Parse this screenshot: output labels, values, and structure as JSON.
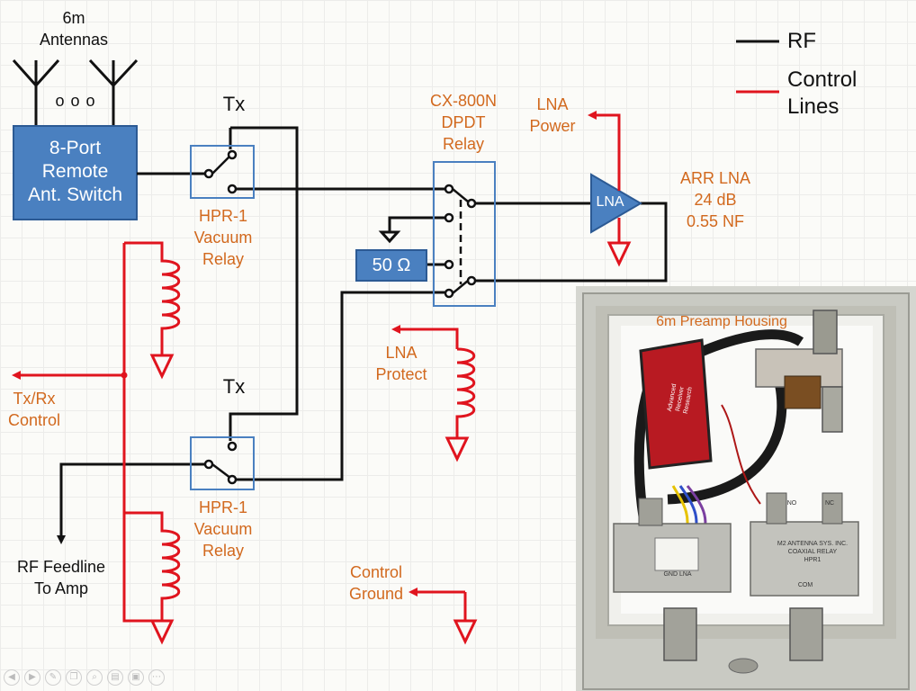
{
  "diagram": {
    "antennas_label": "6m\nAntennas",
    "antenna_dots": "o o o",
    "switch_label": "8-Port\nRemote\nAnt. Switch",
    "tx_label_top": "Tx",
    "tx_label_bottom": "Tx",
    "relay_top_label": "HPR-1\nVacuum\nRelay",
    "relay_bottom_label": "HPR-1\nVacuum\nRelay",
    "dpdt_label": "CX-800N\nDPDT\nRelay",
    "load_label": "50 Ω",
    "lna_label": "LNA",
    "lna_power_label": "LNA\nPower",
    "lna_specs_label": "ARR LNA\n24 dB\n0.55 NF",
    "lna_protect_label": "LNA\nProtect",
    "txrx_control_label": "Tx/Rx\nControl",
    "rf_feedline_label": "RF Feedline\nTo Amp",
    "control_ground_label": "Control\nGround",
    "housing_label": "6m Preamp Housing"
  },
  "legend": {
    "rf_label": "RF",
    "control_label": "Control\nLines",
    "rf_color": "#111111",
    "control_color": "#e0141e"
  },
  "photo_labels": {
    "relay_plate": "M2 ANTENNA SYS. INC.\nCOAXIAL RELAY\nHPR1",
    "module_red": "Advanced\nReceiver\nResearch",
    "no_left": "NO",
    "nc_right": "NC",
    "com_label": "COM",
    "terminal_labels": "GND  LNA"
  },
  "colors": {
    "blue_box": "#4a80c0",
    "orange_text": "#d2691e",
    "red_line": "#e0141e"
  },
  "toolbar": {
    "icons": [
      "prev-icon",
      "next-icon",
      "pen-icon",
      "copy-icon",
      "zoom-icon",
      "slides-icon",
      "video-icon",
      "more-icon"
    ]
  }
}
